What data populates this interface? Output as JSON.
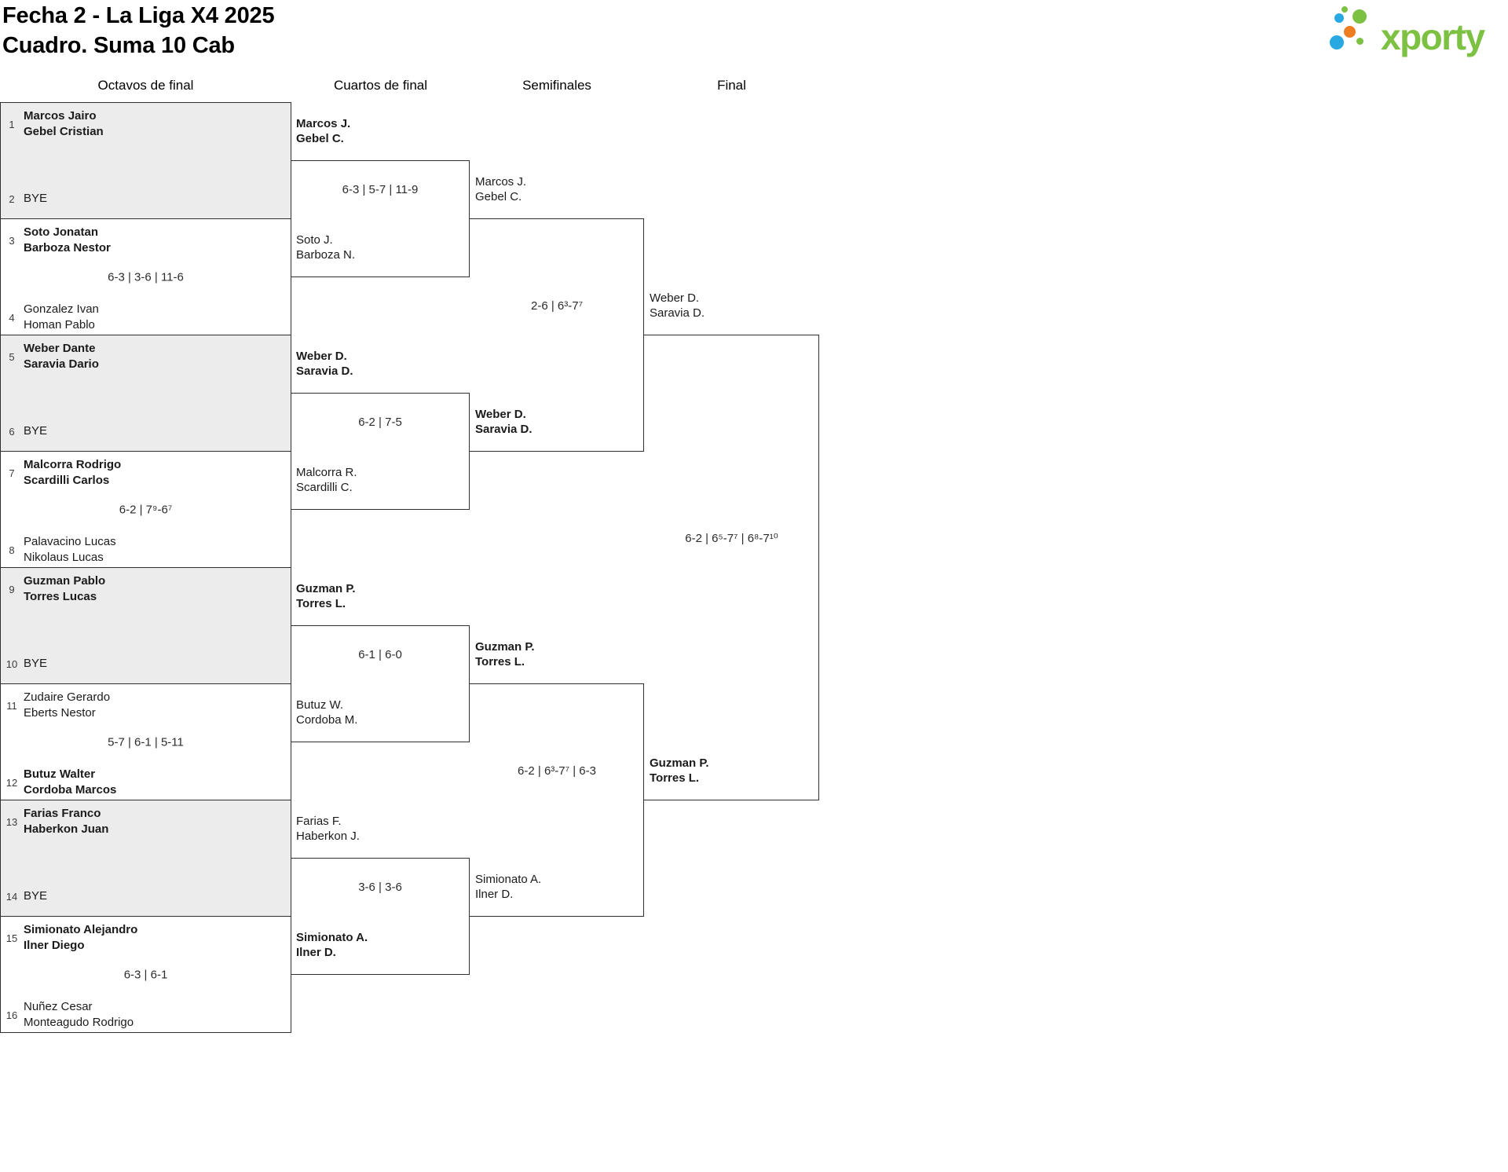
{
  "header": {
    "title_line1": "Fecha 2 - La Liga X4 2025",
    "title_line2": "Cuadro. Suma 10 Cab",
    "logo_text": "xporty"
  },
  "columns": [
    "Octavos de final",
    "Cuartos de final",
    "Semifinales",
    "Final"
  ],
  "colors": {
    "logo_green": "#7CC142",
    "logo_blue": "#29A9E1",
    "logo_orange": "#EE7D21",
    "bye_fill": "#ECECEC",
    "border": "#2F2F2F"
  },
  "r16": [
    {
      "seedA": "1",
      "teamA_1": "Marcos Jairo",
      "teamA_2": "Gebel Cristian",
      "winnerA": true,
      "seedB": "2",
      "bye": "BYE"
    },
    {
      "seedA": "3",
      "teamA_1": "Soto Jonatan",
      "teamA_2": "Barboza Nestor",
      "winnerA": true,
      "score": "6-3 | 3-6 | 11-6",
      "seedB": "4",
      "teamB_1": "Gonzalez Ivan",
      "teamB_2": "Homan Pablo",
      "winnerB": false
    },
    {
      "seedA": "5",
      "teamA_1": "Weber Dante",
      "teamA_2": "Saravia Dario",
      "winnerA": true,
      "seedB": "6",
      "bye": "BYE"
    },
    {
      "seedA": "7",
      "teamA_1": "Malcorra Rodrigo",
      "teamA_2": "Scardilli Carlos",
      "winnerA": true,
      "score": "6-2 | 7⁹-6⁷",
      "seedB": "8",
      "teamB_1": "Palavacino Lucas",
      "teamB_2": "Nikolaus Lucas",
      "winnerB": false
    },
    {
      "seedA": "9",
      "teamA_1": "Guzman Pablo",
      "teamA_2": "Torres Lucas",
      "winnerA": true,
      "seedB": "10",
      "bye": "BYE"
    },
    {
      "seedA": "11",
      "teamA_1": "Zudaire Gerardo",
      "teamA_2": "Eberts Nestor",
      "winnerA": false,
      "score": "5-7 | 6-1 | 5-11",
      "seedB": "12",
      "teamB_1": "Butuz Walter",
      "teamB_2": "Cordoba Marcos",
      "winnerB": true
    },
    {
      "seedA": "13",
      "teamA_1": "Farias Franco",
      "teamA_2": "Haberkon Juan",
      "winnerA": true,
      "seedB": "14",
      "bye": "BYE"
    },
    {
      "seedA": "15",
      "teamA_1": "Simionato Alejandro",
      "teamA_2": "Ilner Diego",
      "winnerA": true,
      "score": "6-3 | 6-1",
      "seedB": "16",
      "teamB_1": "Nuñez Cesar",
      "teamB_2": "Monteagudo Rodrigo",
      "winnerB": false
    }
  ],
  "qf": [
    {
      "top_1": "Marcos J.",
      "top_2": "Gebel C.",
      "top_winner": true,
      "bottom_1": "Soto J.",
      "bottom_2": "Barboza N.",
      "bottom_winner": false,
      "score": "6-3 | 5-7 | 11-9"
    },
    {
      "top_1": "Weber D.",
      "top_2": "Saravia D.",
      "top_winner": true,
      "bottom_1": "Malcorra R.",
      "bottom_2": "Scardilli C.",
      "bottom_winner": false,
      "score": "6-2 | 7-5"
    },
    {
      "top_1": "Guzman P.",
      "top_2": "Torres L.",
      "top_winner": true,
      "bottom_1": "Butuz W.",
      "bottom_2": "Cordoba M.",
      "bottom_winner": false,
      "score": "6-1 | 6-0"
    },
    {
      "top_1": "Farias F.",
      "top_2": "Haberkon J.",
      "top_winner": false,
      "bottom_1": "Simionato A.",
      "bottom_2": "Ilner D.",
      "bottom_winner": true,
      "score": "3-6 | 3-6"
    }
  ],
  "sf": [
    {
      "top_1": "Marcos J.",
      "top_2": "Gebel C.",
      "top_winner": false,
      "bottom_1": "Weber D.",
      "bottom_2": "Saravia D.",
      "bottom_winner": true,
      "score": "2-6 | 6³-7⁷"
    },
    {
      "top_1": "Guzman P.",
      "top_2": "Torres L.",
      "top_winner": true,
      "bottom_1": "Simionato A.",
      "bottom_2": "Ilner D.",
      "bottom_winner": false,
      "score": "6-2 | 6³-7⁷ | 6-3"
    }
  ],
  "final": {
    "top_1": "Weber D.",
    "top_2": "Saravia D.",
    "top_winner": false,
    "score": "6-2 | 6⁵-7⁷ | 6⁸-7¹⁰",
    "champion_1": "Guzman P.",
    "champion_2": "Torres L.",
    "champion_winner": true
  }
}
